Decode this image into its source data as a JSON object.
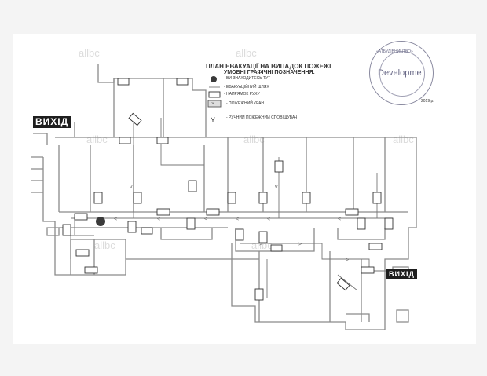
{
  "doc": {
    "title": "ПЛАН ЕВАКУАЦІЇ НА ВИПАДОК ПОЖЕЖІ",
    "legend_heading": "УМОВНІ ГРАФІЧНІ ПОЗНАЧЕННЯ:"
  },
  "legend": [
    {
      "symbol": "you-are-here-dot",
      "text": "- ВИ ЗНАХОДИТЕСЬ ТУТ"
    },
    {
      "symbol": "evac-route-line",
      "text": "- ЕВАКУАЦІЙНИЙ ШЛЯХ"
    },
    {
      "symbol": "direction-sign",
      "text": "- НАПРЯМОК РУХУ"
    },
    {
      "symbol": "fire-hydrant-box",
      "text": "- ПОЖЕЖНИЙ КРАН"
    },
    {
      "symbol": "manual-alarm",
      "text": "- РУЧНИЙ ПОЖЕЖНИЙ СПОВІЩУВАЧ"
    }
  ],
  "hydrant_code": "ПК",
  "exits": {
    "left": "ВИХІД",
    "right": "ВИХІД"
  },
  "watermark": "allbc",
  "stamp": {
    "top": "«АТБУДІВНИЦТВО»",
    "mid": "Developme",
    "date": "2019 р."
  }
}
